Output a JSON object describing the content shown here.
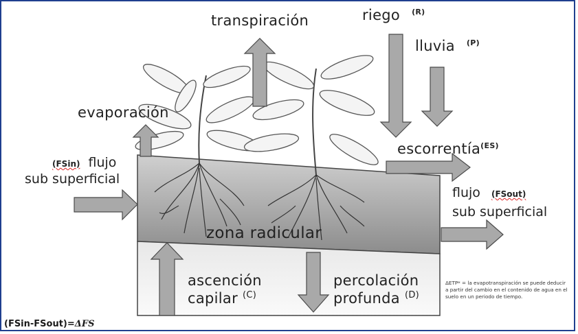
{
  "labels": {
    "transpiracion": "transpiración",
    "riego": "riego",
    "riego_code": "(R)",
    "lluvia": "lluvia",
    "lluvia_code": "(P)",
    "evaporacion": "evaporación",
    "escorrentia": "escorrentía",
    "escorrentia_code": "(ES)",
    "fsin_code": "(FSin)",
    "flujo_in_1": "flujo",
    "flujo_in_2": "sub superficial",
    "fsout_code": "(FSout)",
    "flujo_out_1": "flujo",
    "flujo_out_2": "sub superficial",
    "zona": "zona radicular",
    "ascencion_1": "ascención",
    "ascencion_2": "capilar",
    "ascencion_code": "(C)",
    "percolacion_1": "percolación",
    "percolacion_2": "profunda",
    "percolacion_code": "(D)"
  },
  "note": "ΔETP* = la evapotranspiración se puede deducir a partir del cambio en el contenido de agua en el suelo en un periodo de tiempo.",
  "formula": {
    "left": "(FSin-FSout)=",
    "right": "ΔFS"
  },
  "colors": {
    "arrow_fill": "#a9a9a9",
    "arrow_stroke": "#4a4a4a",
    "soil_top": "#d2d2d2",
    "soil_bottom": "#8f8f8f",
    "subsoil": "#efefef",
    "frame": "#1f3f8f"
  }
}
